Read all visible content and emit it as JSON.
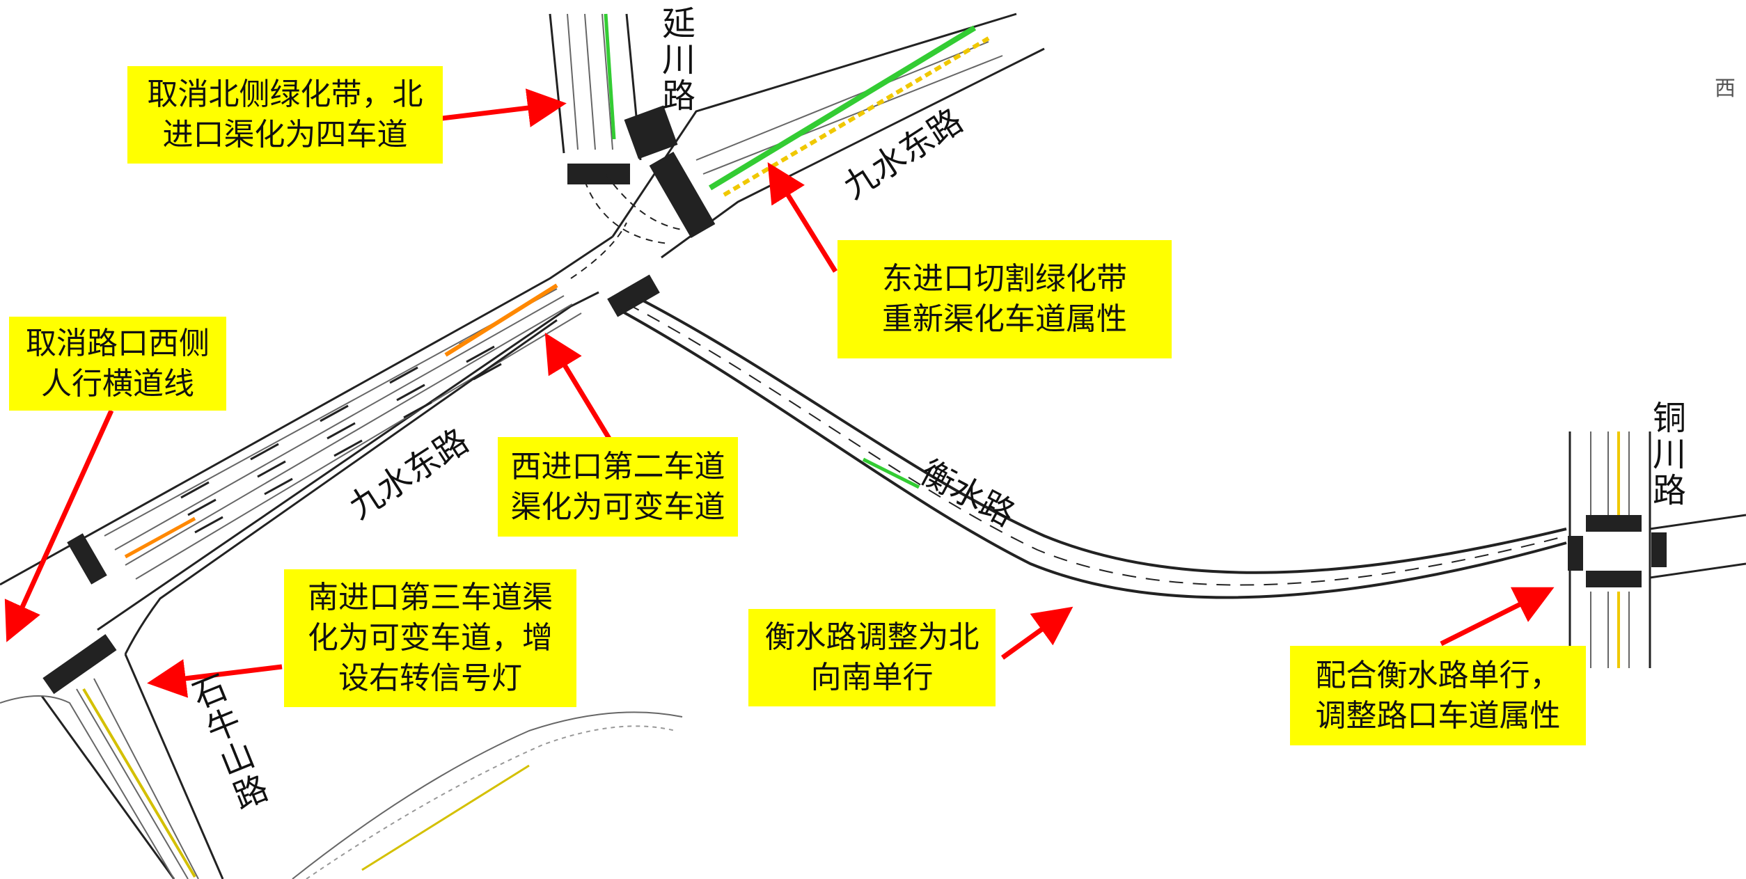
{
  "colors": {
    "callout_bg": "#ffff00",
    "arrow": "#ff0000",
    "road_line": "#222222",
    "median_green": "#33cc33",
    "median_yellow": "#f0c800",
    "changed_lane": "#ff8800"
  },
  "roads": {
    "yanchuan": "延川路",
    "jiushui_east_upper": "九水东路",
    "jiushui_east_lower": "九水东路",
    "hengshui": "衡水路",
    "tongchuan": "铜川路",
    "shiniushan": "石牛山路"
  },
  "edge_text": "西",
  "callouts": {
    "north_entrance": "取消北侧绿化带，北\n进口渠化为四车道",
    "west_crosswalk": "取消路口西侧\n人行横道线",
    "east_entrance": "东进口切割绿化带\n重新渠化车道属性",
    "west_entrance": "西进口第二车道\n渠化为可变车道",
    "south_entrance": "南进口第三车道渠\n化为可变车道，增\n设右转信号灯",
    "hengshui_oneway": "衡水路调整为北\n向南单行",
    "tongchuan_adjust": "配合衡水路单行，\n调整路口车道属性"
  }
}
